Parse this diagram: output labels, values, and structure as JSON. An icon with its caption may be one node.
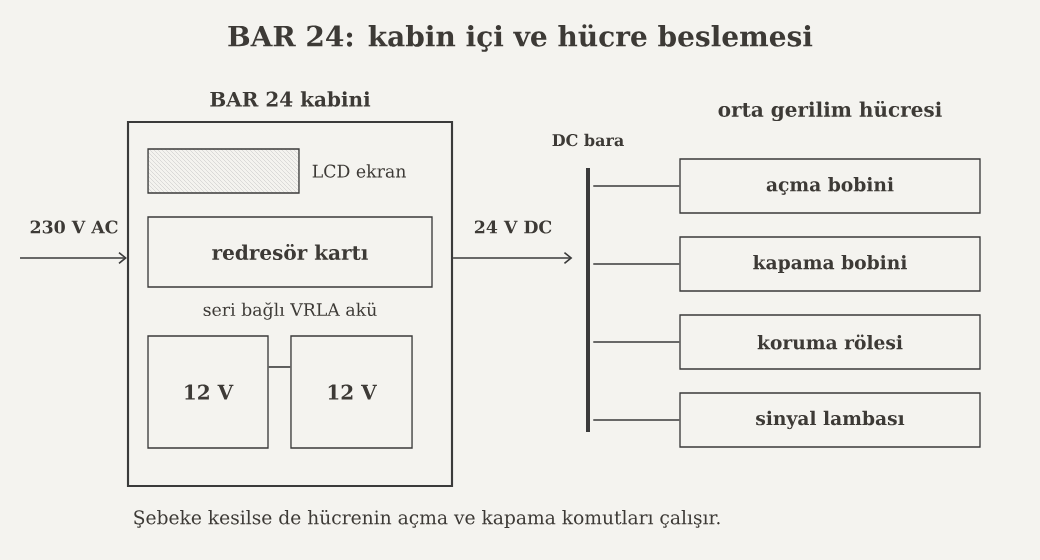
{
  "diagram": {
    "title": "BAR 24: kabin içi ve hücre beslemesi",
    "caption": "Şebeke kesilse de hücrenin açma ve kapama komutları çalışır.",
    "nodes": [
      {
        "text": [
          "BAR 24 kabini"
        ]
      },
      {
        "text": [],
        "shape": "box",
        "beside": [
          "LCD ekran"
        ],
        "in": 0
      },
      {
        "text": [
          "redresör kartı"
        ],
        "in": 0
      },
      {
        "text": [
          "12 V"
        ],
        "in": 0
      },
      {
        "text": [
          "12 V"
        ],
        "in": 0
      },
      {
        "text": [
          "DC bara"
        ]
      },
      {
        "text": [
          "açma bobini"
        ]
      },
      {
        "text": [
          "kapama bobini"
        ]
      },
      {
        "text": [
          "koruma rölesi"
        ]
      },
      {
        "text": [
          "sinyal lambası"
        ]
      }
    ],
    "edges": [
      {
        "from": null,
        "to": 0,
        "arrow": "to",
        "label": "230 V AC"
      },
      {
        "from": 0,
        "to": 5,
        "arrow": "to",
        "label": "24 V DC"
      },
      {
        "from": 3,
        "to": 4,
        "arrow": "none"
      },
      {
        "from": 5,
        "to": 6,
        "arrow": "none"
      },
      {
        "from": 5,
        "to": 7,
        "arrow": "none"
      },
      {
        "from": 5,
        "to": 8,
        "arrow": "none"
      },
      {
        "from": 5,
        "to": 9,
        "arrow": "none"
      }
    ],
    "labels": [
      "seri bağlı VRLA akü",
      "orta gerilim hücresi"
    ]
  }
}
